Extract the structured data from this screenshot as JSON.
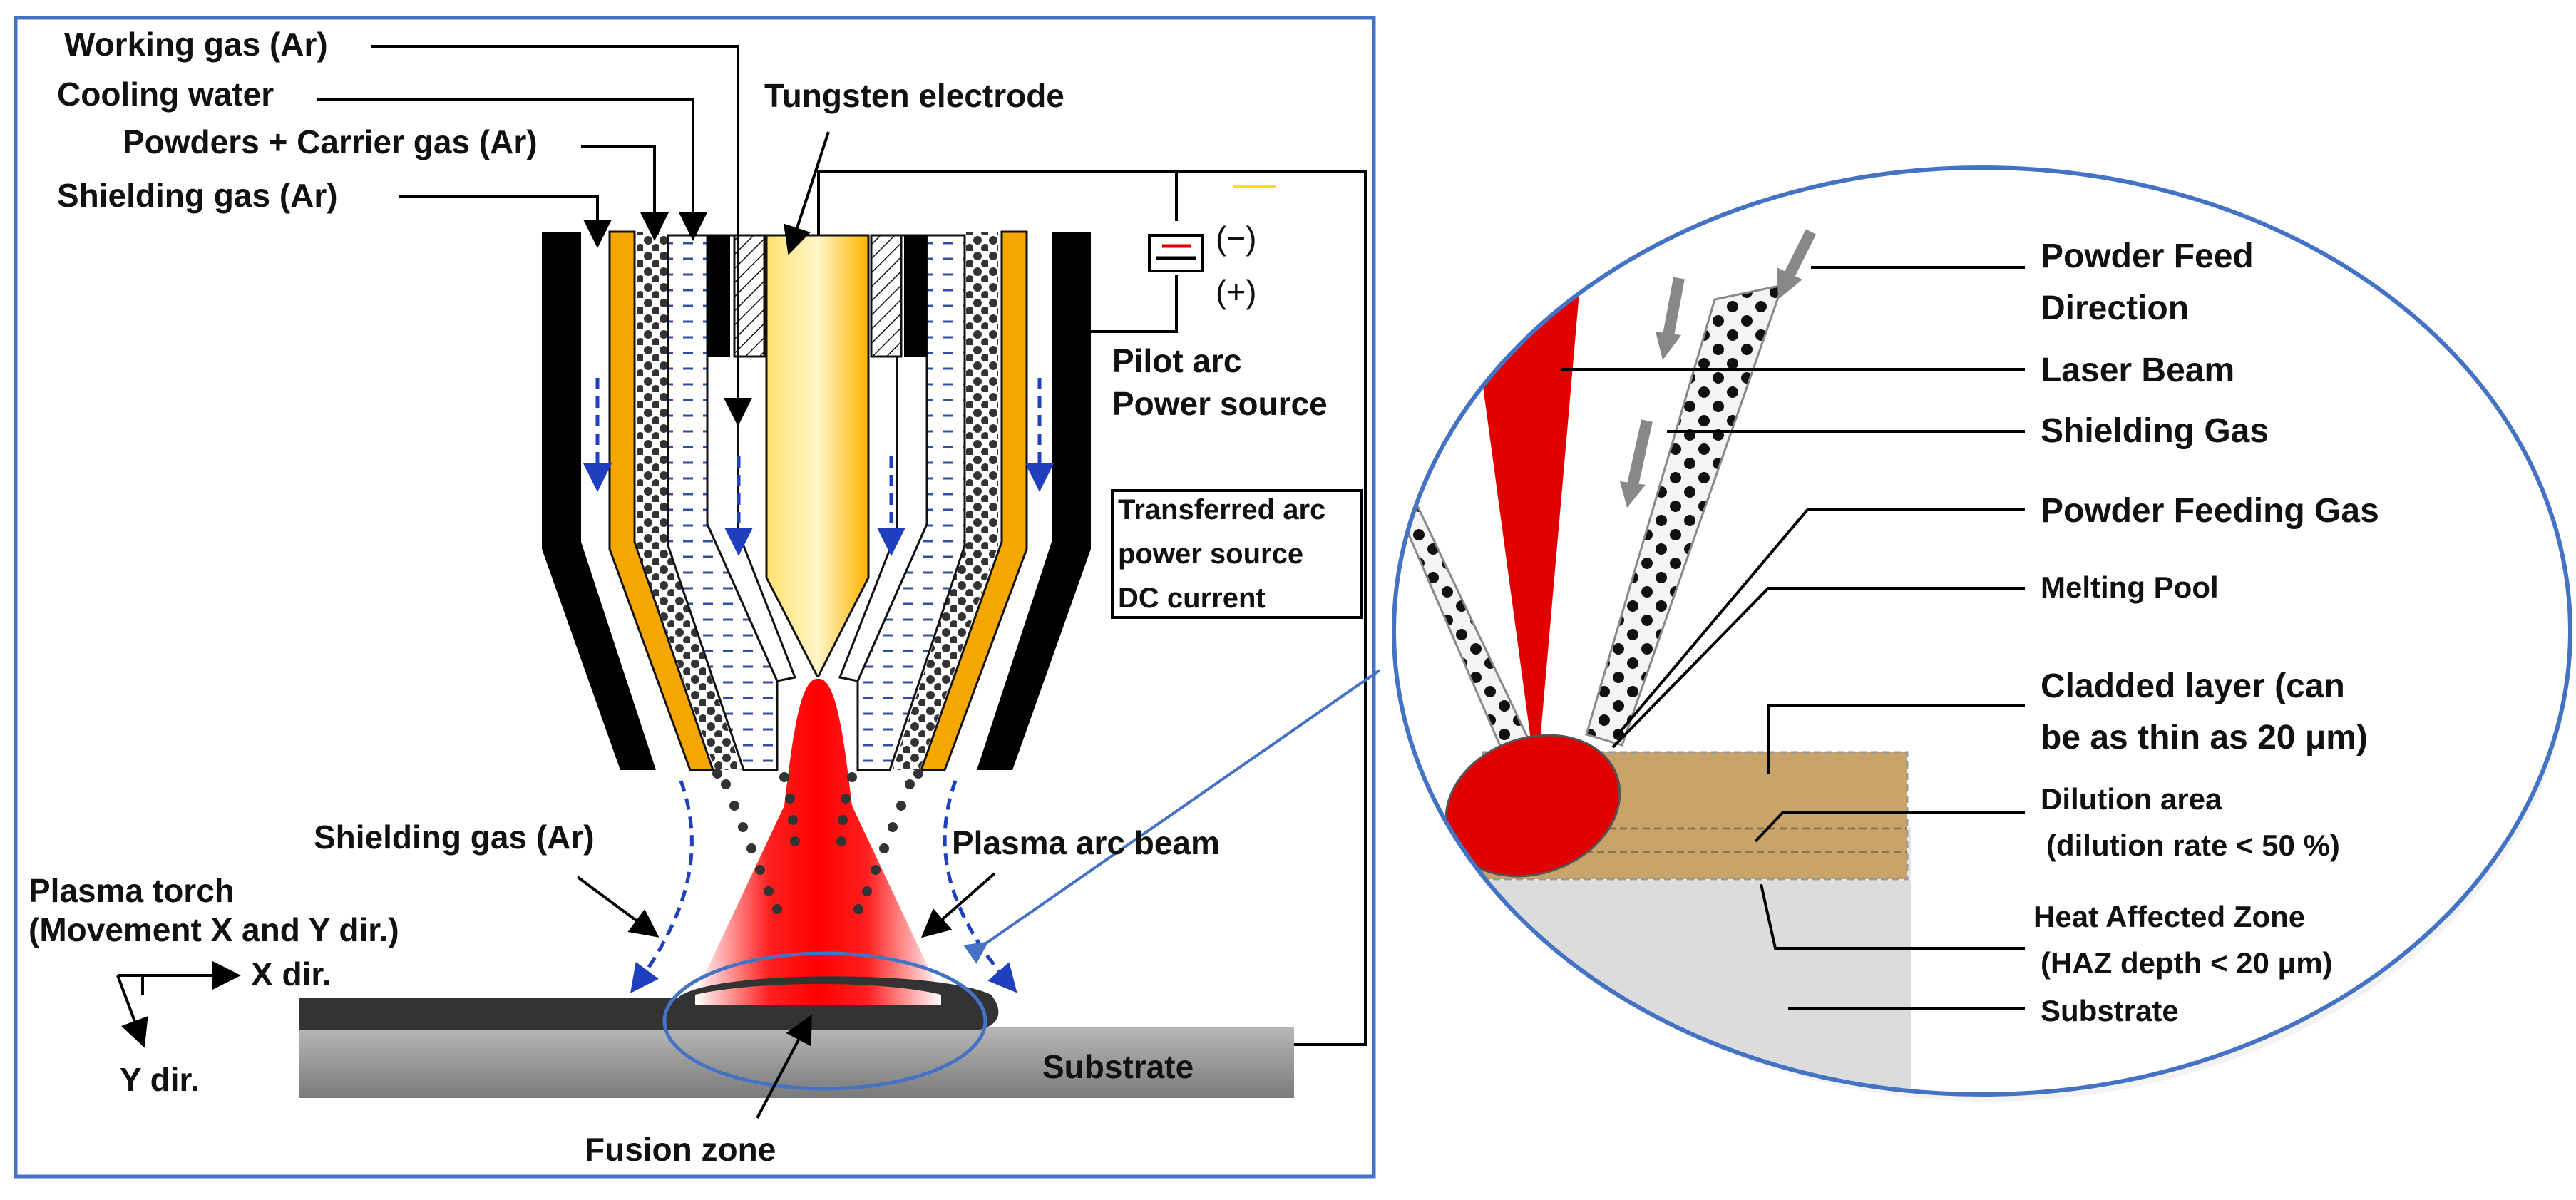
{
  "left_panel": {
    "labels": {
      "working_gas": "Working gas (Ar)",
      "cooling_water": "Cooling water",
      "powders_carrier": "Powders + Carrier gas (Ar)",
      "shielding_gas_top": "Shielding gas (Ar)",
      "tungsten_electrode": "Tungsten electrode",
      "minus": "(−)",
      "plus": "(+)",
      "pilot_arc_1": "Pilot arc",
      "pilot_arc_2": "Power source",
      "transferred_1": "Transferred arc",
      "transferred_2": "power source",
      "transferred_3": "DC current",
      "shielding_gas_bottom": "Shielding gas (Ar)",
      "plasma_arc_beam": "Plasma arc beam",
      "plasma_torch_1": "Plasma torch",
      "plasma_torch_2": "(Movement X and Y dir.)",
      "x_dir": "X dir.",
      "y_dir": "Y dir.",
      "substrate": "Substrate",
      "fusion_zone": "Fusion zone"
    }
  },
  "right_panel": {
    "labels": {
      "powder_feed_1": "Powder Feed",
      "powder_feed_2": "Direction",
      "laser_beam": "Laser Beam",
      "shielding_gas": "Shielding Gas",
      "powder_feeding_gas": "Powder Feeding Gas",
      "melting_pool": "Melting Pool",
      "cladded_1": "Cladded layer (can",
      "cladded_2": "be as thin as 20 μm)",
      "dilution_1": "Dilution area",
      "dilution_2": "(dilution rate < 50 %)",
      "haz_1": "Heat Affected Zone",
      "haz_2": "(HAZ depth < 20 μm)",
      "substrate": "Substrate"
    }
  },
  "colors": {
    "frame": "#4472c4",
    "electrode": "#ffc000",
    "gold": "#f5a700",
    "plasma": "#ff0000",
    "laser": "#e00000",
    "substrate_dark": "#3a3a3a",
    "substrate_gray": "#8a8a8a",
    "clad_layer": "#c9a46a",
    "arrow_blue": "#1f3fbf"
  }
}
